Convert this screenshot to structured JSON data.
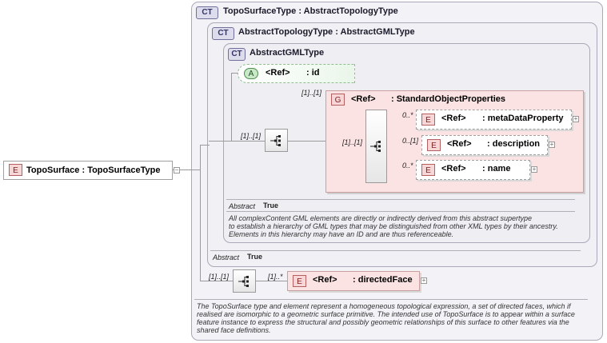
{
  "outer_type": {
    "badge": "CT",
    "title": "TopoSurfaceType : AbstractTopologyType"
  },
  "mid_type": {
    "badge": "CT",
    "title": "AbstractTopologyType : AbstractGMLType"
  },
  "inner_type": {
    "badge": "CT",
    "title": "AbstractGMLType"
  },
  "root_element": {
    "badge": "E",
    "label": "TopoSurface : TopoSurfaceType"
  },
  "attribute_id": {
    "badge": "A",
    "ref": "<Ref>",
    "name": ": id"
  },
  "group": {
    "badge": "G",
    "ref": "<Ref>",
    "name": ": StandardObjectProperties",
    "mult": "[1]..[1]",
    "items": [
      {
        "badge": "E",
        "ref": "<Ref>",
        "name": ": metaDataProperty",
        "mult": "0..*"
      },
      {
        "badge": "E",
        "ref": "<Ref>",
        "name": ": description",
        "mult": "0..[1]"
      },
      {
        "badge": "E",
        "ref": "<Ref>",
        "name": ": name",
        "mult": "0..*"
      }
    ]
  },
  "inner_sequence_mult": "[1]..[1]",
  "group_sequence_mult": "[1]..[1]",
  "inner_props": {
    "name": "Abstract",
    "value": "True"
  },
  "inner_doc": [
    "All complexContent GML elements are directly or indirectly derived from this abstract supertype",
    "to establish a hierarchy of GML types that may be distinguished from other XML types by their ancestry.",
    "Elements in this hierarchy may have an ID and are thus referenceable."
  ],
  "mid_props": {
    "name": "Abstract",
    "value": "True"
  },
  "outer_sequence_mult": "[1]..[1]",
  "directed_face": {
    "badge": "E",
    "ref": "<Ref>",
    "name": ": directedFace",
    "mult": "[1]..*"
  },
  "outer_doc": [
    "The TopoSurface type and element represent a homogeneous topological expression, a set of directed faces, which if",
    "realised are isomorphic to a geometric surface primitive. The intended use of TopoSurface is to appear within a surface",
    "feature instance to express the structural and possibly geometric relationships of this surface to other features via the",
    "shared face definitions."
  ]
}
